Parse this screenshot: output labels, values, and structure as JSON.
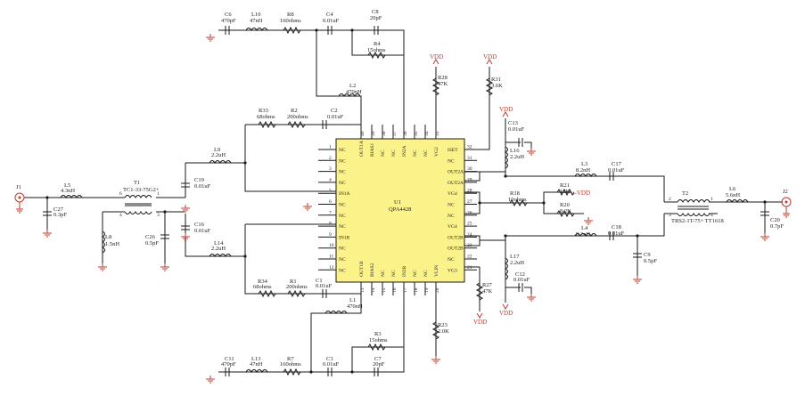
{
  "ic": {
    "ref": "U1",
    "part": "QPA4428"
  },
  "left_pins": [
    {
      "n": "1",
      "name": "NC"
    },
    {
      "n": "2",
      "name": "NC"
    },
    {
      "n": "3",
      "name": "NC"
    },
    {
      "n": "4",
      "name": "NC"
    },
    {
      "n": "5",
      "name": "IN1A"
    },
    {
      "n": "6",
      "name": "NC"
    },
    {
      "n": "7",
      "name": "NC"
    },
    {
      "n": "8",
      "name": "NC"
    },
    {
      "n": "9",
      "name": "IN1B"
    },
    {
      "n": "10",
      "name": "NC"
    },
    {
      "n": "11",
      "name": "NC"
    },
    {
      "n": "12",
      "name": "NC"
    }
  ],
  "right_pins": [
    {
      "n": "32",
      "name": "ISET"
    },
    {
      "n": "31",
      "name": "NC"
    },
    {
      "n": "30",
      "name": "OUT2A"
    },
    {
      "n": "29",
      "name": "OUT2A"
    },
    {
      "n": "28",
      "name": "VG4"
    },
    {
      "n": "27",
      "name": "NC"
    },
    {
      "n": "26",
      "name": "NC"
    },
    {
      "n": "25",
      "name": "VG4"
    },
    {
      "n": "24",
      "name": "OUT2B"
    },
    {
      "n": "23",
      "name": "OUT2B"
    },
    {
      "n": "22",
      "name": "NC"
    },
    {
      "n": "21",
      "name": "VG3"
    }
  ],
  "top_pins": [
    {
      "n": "40",
      "name": "OUT1A"
    },
    {
      "n": "39",
      "name": "BIAS1"
    },
    {
      "n": "38",
      "name": "NC"
    },
    {
      "n": "37",
      "name": "NC"
    },
    {
      "n": "36",
      "name": "IN2A"
    },
    {
      "n": "35",
      "name": "NC"
    },
    {
      "n": "34",
      "name": "NC"
    },
    {
      "n": "33",
      "name": "VG2"
    }
  ],
  "bottom_pins": [
    {
      "n": "13",
      "name": "OUT1B"
    },
    {
      "n": "14",
      "name": "BIAS2"
    },
    {
      "n": "15",
      "name": "NC"
    },
    {
      "n": "16",
      "name": "NC"
    },
    {
      "n": "17",
      "name": "IN2B"
    },
    {
      "n": "18",
      "name": "NC"
    },
    {
      "n": "19",
      "name": "NC"
    },
    {
      "n": "20",
      "name": "VLIN"
    }
  ],
  "connectors": [
    {
      "ref": "J1"
    },
    {
      "ref": "J2"
    }
  ],
  "transformers": [
    {
      "ref": "T1",
      "part": "TC1-33-75G2+",
      "pins": [
        "6",
        "4",
        "3",
        "1"
      ]
    },
    {
      "ref": "T2",
      "part": "TRS2-1T-75+ TT1618",
      "pins": [
        "2",
        "3",
        "1",
        "4"
      ]
    }
  ],
  "components": {
    "C6": {
      "ref": "C6",
      "val": "470pF"
    },
    "L10": {
      "ref": "L10",
      "val": "47nH"
    },
    "R8": {
      "ref": "R8",
      "val": "160ohms"
    },
    "C4": {
      "ref": "C4",
      "val": "0.01uF"
    },
    "C8": {
      "ref": "C8",
      "val": "20pF"
    },
    "R4": {
      "ref": "R4",
      "val": "15ohms"
    },
    "L2": {
      "ref": "L2",
      "val": "470nH"
    },
    "R33": {
      "ref": "R33",
      "val": "68ohms"
    },
    "R2": {
      "ref": "R2",
      "val": "200ohms"
    },
    "C2": {
      "ref": "C2",
      "val": "0.01uF"
    },
    "L9": {
      "ref": "L9",
      "val": "2.2uH"
    },
    "C19": {
      "ref": "C19",
      "val": "0.01uF"
    },
    "L5": {
      "ref": "L5",
      "val": "4.3nH"
    },
    "C27": {
      "ref": "C27",
      "val": "0.3pF"
    },
    "L8": {
      "ref": "L8",
      "val": "1.5nH"
    },
    "C26": {
      "ref": "C26",
      "val": "0.5pF"
    },
    "C16": {
      "ref": "C16",
      "val": "0.01uF"
    },
    "L14": {
      "ref": "L14",
      "val": "2.2uH"
    },
    "R34": {
      "ref": "R34",
      "val": "68ohms"
    },
    "R1": {
      "ref": "R1",
      "val": "200ohms"
    },
    "C1": {
      "ref": "C1",
      "val": "0.01uF"
    },
    "L1": {
      "ref": "L1",
      "val": "470nH"
    },
    "R3": {
      "ref": "R3",
      "val": "15ohms"
    },
    "C3": {
      "ref": "C3",
      "val": "0.01uF"
    },
    "C7": {
      "ref": "C7",
      "val": "20pF"
    },
    "C11": {
      "ref": "C11",
      "val": "470pF"
    },
    "L13": {
      "ref": "L13",
      "val": "47nH"
    },
    "R7": {
      "ref": "R7",
      "val": "160ohms"
    },
    "R28": {
      "ref": "R28",
      "val": "47K"
    },
    "R31": {
      "ref": "R31",
      "val": "3.6K"
    },
    "C13": {
      "ref": "C13",
      "val": "0.01uF"
    },
    "L16": {
      "ref": "L16",
      "val": "2.2uH"
    },
    "L3": {
      "ref": "L3",
      "val": "8.2nH"
    },
    "C17": {
      "ref": "C17",
      "val": "0.01uF"
    },
    "R18": {
      "ref": "R18",
      "val": "10ohms"
    },
    "R21": {
      "ref": "R21",
      "val": "10K"
    },
    "R20": {
      "ref": "R20",
      "val": "8.2K"
    },
    "L4": {
      "ref": "L4",
      "val": "8.2nH"
    },
    "C18": {
      "ref": "C18",
      "val": "0.01uF"
    },
    "C9": {
      "ref": "C9",
      "val": "0.5pF"
    },
    "L17": {
      "ref": "L17",
      "val": "2.2uH"
    },
    "C12": {
      "ref": "C12",
      "val": "0.01uF"
    },
    "R27": {
      "ref": "R27",
      "val": "47K"
    },
    "R23": {
      "ref": "R23",
      "val": "2.0K"
    },
    "L6": {
      "ref": "L6",
      "val": "5.6nH"
    },
    "C20": {
      "ref": "C20",
      "val": "0.7pF"
    }
  },
  "power": {
    "vdd": "VDD",
    "vdd_arrow": "o-VDD"
  }
}
